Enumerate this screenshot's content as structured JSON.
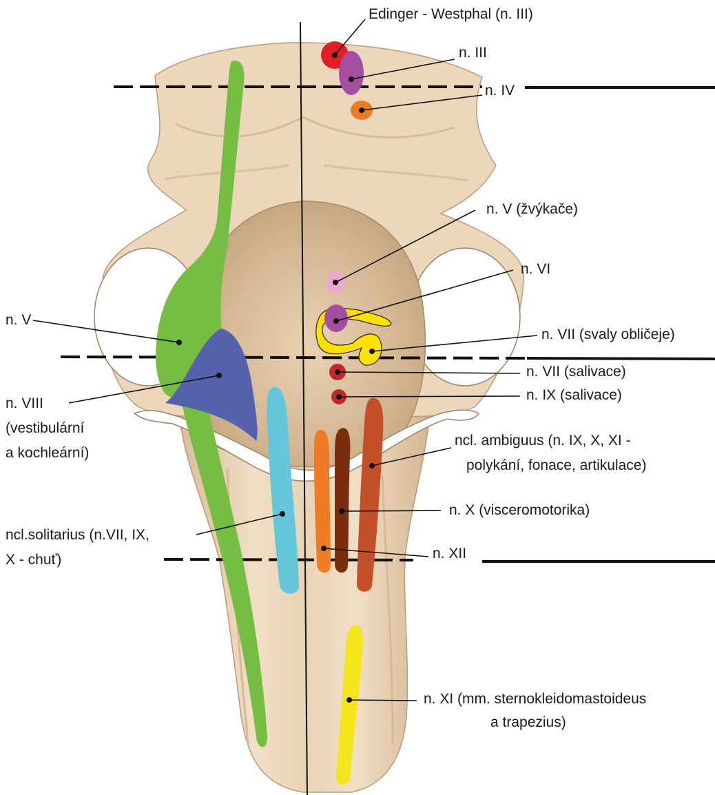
{
  "labels": {
    "edinger": "Edinger - Westphal (n. III)",
    "n3": "n. III",
    "n4": "n. IV",
    "n5_motor": "n. V (žvýkače)",
    "n6": "n. VI",
    "n7_face": "n. VII (svaly obličeje)",
    "n7_saliv": "n. VII (salivace)",
    "n9_saliv": "n. IX (salivace)",
    "ambiguus_1": "ncl. ambiguus (n. IX, X, XI -",
    "ambiguus_2": "polykání, fonace, artikulace)",
    "n10": "n. X (visceromotorika)",
    "n12": "n. XII",
    "n11_1": "n. XI (mm. sternokleidomastoideus",
    "n11_2": "a trapezius)",
    "n5": "n. V",
    "n8_1": "n. VIII",
    "n8_2": "(vestibulární",
    "n8_3": "a kochleární)",
    "sol_1": "ncl.solitarius (n.VII, IX,",
    "sol_2": "X - chuť)"
  },
  "colors": {
    "stem": "#ecd7bb",
    "stem_outline": "#b99a7c",
    "stem_shadow": "#d2b592",
    "floor": "#d9bfa0",
    "trigeminal": "#76bd43",
    "vestibular": "#5661ad",
    "solitarius": "#63c6db",
    "edinger": "#e01e26",
    "oculomotor": "#a34ea1",
    "trochlear": "#ee7b23",
    "motor5": "#e8a9cc",
    "abducens": "#a34ea1",
    "facial": "#ffe100",
    "salivatory": "#c1272d",
    "hypoglossal": "#ef7c25",
    "vagus": "#7b2e0d",
    "ambiguus": "#c4502a",
    "accessory": "#f3e61a"
  }
}
